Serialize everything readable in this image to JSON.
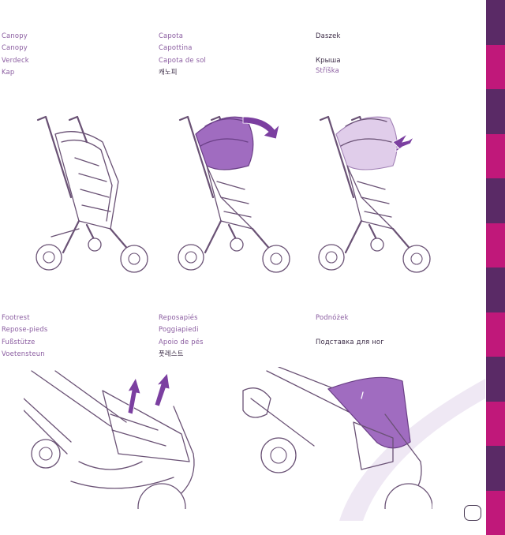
{
  "canopy_section": {
    "col1": [
      "Canopy",
      "Canopy",
      "Verdeck",
      "Kap"
    ],
    "col2": [
      "Capota",
      "Capottina",
      "Capota de sol",
      "캐노피"
    ],
    "col3": [
      "Daszek",
      "",
      "Крыша",
      "Stříška"
    ]
  },
  "footrest_section": {
    "col1": [
      "Footrest",
      "Repose-pieds",
      "Fußstütze",
      "Voetensteun"
    ],
    "col2": [
      "Reposapiés",
      "Poggiapiedi",
      "Apoio de pés",
      "풋레스트"
    ],
    "col3": [
      "Podnóżek",
      "",
      "Подставка для ног"
    ]
  },
  "colors": {
    "label_purple": "#8a5ca0",
    "label_dark": "#3a2a45",
    "accent_purple": "#a06cc0",
    "tab_purple_dark": "#5a2a66",
    "tab_magenta": "#c0187a"
  },
  "edge_tabs": [
    "#5a2a66",
    "#c0187a",
    "#5a2a66",
    "#c0187a",
    "#5a2a66",
    "#c0187a",
    "#5a2a66",
    "#c0187a",
    "#5a2a66",
    "#c0187a",
    "#5a2a66",
    "#c0187a"
  ]
}
